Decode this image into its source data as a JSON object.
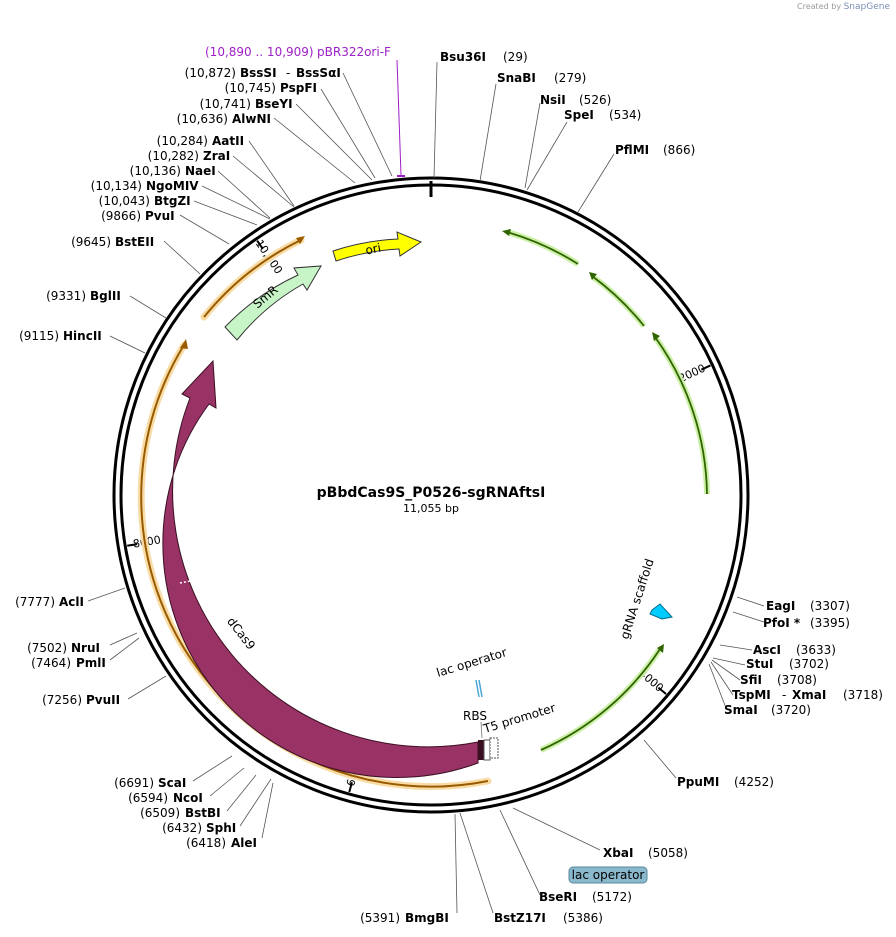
{
  "branding": {
    "created_by": "Created by",
    "product": "SnapGene"
  },
  "plasmid": {
    "name": "pBbdCas9S_P0526-sgRNAftsI",
    "length_label": "11,055 bp",
    "length": 11055
  },
  "ticks": [
    {
      "pos": 2000,
      "label": "2000"
    },
    {
      "pos": 4000,
      "label": "4000"
    },
    {
      "pos": 6000,
      "label": "6000"
    },
    {
      "pos": 8000,
      "label": "8000"
    },
    {
      "pos": 10000,
      "label": "10,000"
    }
  ],
  "primer": {
    "range": "(10,890 .. 10,909)",
    "name": "pBR322ori-F",
    "color": "#a020c8"
  },
  "sites_right": [
    {
      "name": "Bsu36I",
      "pos": "(29)"
    },
    {
      "name": "SnaBI",
      "pos": "(279)"
    },
    {
      "name": "NsiI",
      "pos": "(526)"
    },
    {
      "name": "SpeI",
      "pos": "(534)"
    },
    {
      "name": "PflMI",
      "pos": "(866)"
    },
    {
      "name": "EagI",
      "pos": "(3307)"
    },
    {
      "name": "PfoI *",
      "pos": "(3395)"
    },
    {
      "name": "AscI",
      "pos": "(3633)"
    },
    {
      "name": "StuI",
      "pos": "(3702)"
    },
    {
      "name": "SfiI",
      "pos": "(3708)"
    },
    {
      "name": "TspMI",
      "sep": "-",
      "name2": "XmaI",
      "pos": "(3718)"
    },
    {
      "name": "SmaI",
      "pos": "(3720)"
    },
    {
      "name": "PpuMI",
      "pos": "(4252)"
    },
    {
      "name": "XbaI",
      "pos": "(5058)"
    },
    {
      "name": "BseRI",
      "pos": "(5172)"
    },
    {
      "name": "BstZ17I",
      "pos": "(5386)"
    }
  ],
  "sites_left": [
    {
      "pos": "(10,872)",
      "name": "BssSI",
      "sep": "-",
      "name2": "BssSαI"
    },
    {
      "pos": "(10,745)",
      "name": "PspFI"
    },
    {
      "pos": "(10,741)",
      "name": "BseYI"
    },
    {
      "pos": "(10,636)",
      "name": "AlwNI"
    },
    {
      "pos": "(10,284)",
      "name": "AatII"
    },
    {
      "pos": "(10,282)",
      "name": "ZraI"
    },
    {
      "pos": "(10,136)",
      "name": "NaeI"
    },
    {
      "pos": "(10,134)",
      "name": "NgoMIV"
    },
    {
      "pos": "(10,043)",
      "name": "BtgZI"
    },
    {
      "pos": "(9866)",
      "name": "PvuI"
    },
    {
      "pos": "(9645)",
      "name": "BstEII"
    },
    {
      "pos": "(9331)",
      "name": "BglII"
    },
    {
      "pos": "(9115)",
      "name": "HincII"
    },
    {
      "pos": "(7777)",
      "name": "AclI"
    },
    {
      "pos": "(7502)",
      "name": "NruI"
    },
    {
      "pos": "(7464)",
      "name": "PmlI"
    },
    {
      "pos": "(7256)",
      "name": "PvuII"
    },
    {
      "pos": "(6691)",
      "name": "ScaI"
    },
    {
      "pos": "(6594)",
      "name": "NcoI"
    },
    {
      "pos": "(6509)",
      "name": "BstBI"
    },
    {
      "pos": "(6432)",
      "name": "SphI"
    },
    {
      "pos": "(6418)",
      "name": "AleI"
    },
    {
      "pos": "(5391)",
      "name": "BmgBI"
    }
  ],
  "features": {
    "ori": "ori",
    "smr": "SmR",
    "dcas9": "dCas9",
    "grna_scaffold": "gRNA scaffold",
    "lac_operator": "lac operator",
    "rbs": "RBS",
    "t5_promoter": "T5 promoter",
    "lac_operator_box": "lac operator"
  },
  "colors": {
    "ori": "#ffff00",
    "smr": "#c8f5c8",
    "dcas9": "#993366",
    "grna": "#00ccff",
    "green_arc": "#5aa000",
    "orange_arc": "#e88000",
    "lac_box": "#8ab8cc",
    "primer": "#a020c8"
  }
}
